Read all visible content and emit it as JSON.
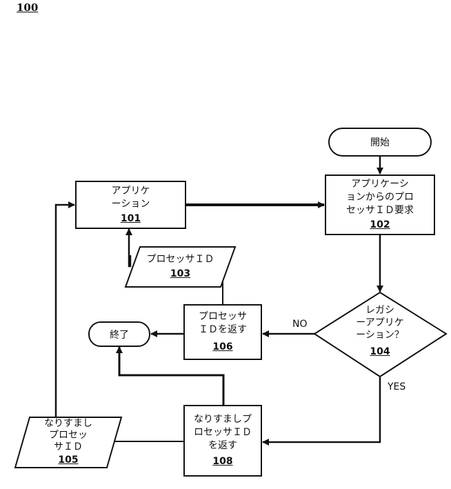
{
  "figure_number": "100",
  "nodes": {
    "start": {
      "text": "開始"
    },
    "app": {
      "line1": "アプリケ",
      "line2": "ーション",
      "ref": "101"
    },
    "request": {
      "line1": "アプリケーシ",
      "line2": "ョンからのプロ",
      "line3": "セッサＩＤ要求",
      "ref": "102"
    },
    "proc_id": {
      "text": "プロセッサＩＤ",
      "ref": "103"
    },
    "legacy": {
      "line1": "レガシ",
      "line2": "ーアプリケ",
      "line3": "ーション？",
      "ref": "104"
    },
    "spoof_id": {
      "line1": "なりすまし",
      "line2": "プロセッ",
      "line3": "サＩＤ",
      "ref": "105"
    },
    "return_id": {
      "line1": "プロセッサ",
      "line2": "ＩＤを返す",
      "ref": "106"
    },
    "end": {
      "text": "終了"
    },
    "return_spoof": {
      "line1": "なりすましプ",
      "line2": "ロセッサＩＤ",
      "line3": "を返す",
      "ref": "108"
    }
  },
  "edge_labels": {
    "no": "NO",
    "yes": "YES"
  }
}
